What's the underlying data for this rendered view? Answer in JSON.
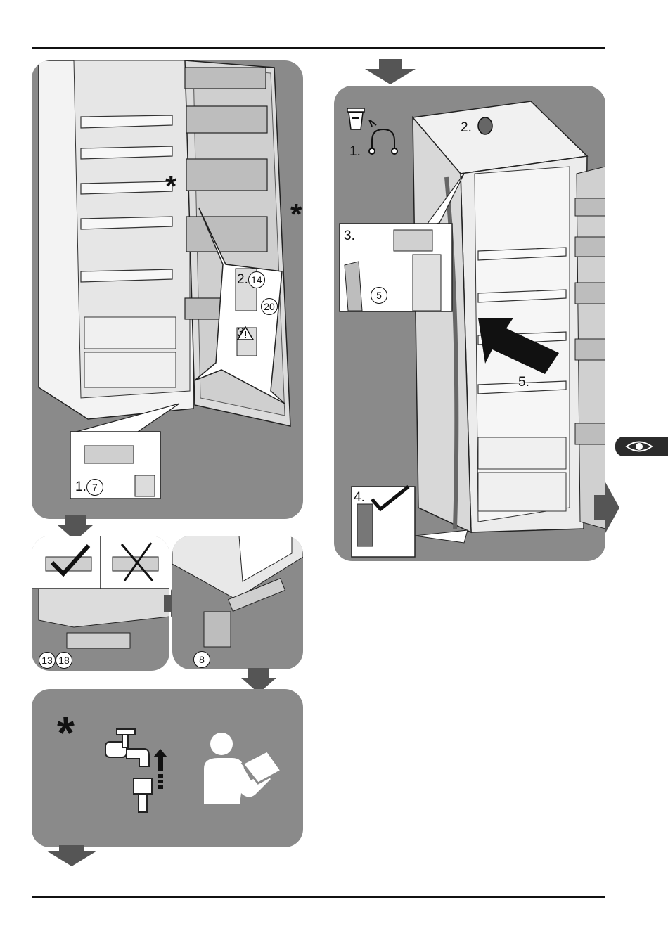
{
  "labels": {
    "hinge_step2": "2.",
    "hinge_step3": "3.",
    "hinge_step1": "1.",
    "top_step1": "1.",
    "top_step2": "2.",
    "top_step3": "3.",
    "top_step4": "4.",
    "top_step5": "5.",
    "asterisk": "*"
  },
  "badges": {
    "b14": "14",
    "b20": "20",
    "b7": "7",
    "b13": "13",
    "b18": "18",
    "b8": "8",
    "b5": "5"
  },
  "icons": {
    "warning": "warning-triangle-icon",
    "check": "check-mark-icon",
    "cross": "cross-out-icon",
    "tap": "water-tap-icon",
    "reader": "read-manual-icon",
    "bin": "waste-bin-icon",
    "eye": "eye-icon"
  },
  "colors": {
    "panel": "#8a8a8a",
    "tab": "#2b2b2b"
  }
}
